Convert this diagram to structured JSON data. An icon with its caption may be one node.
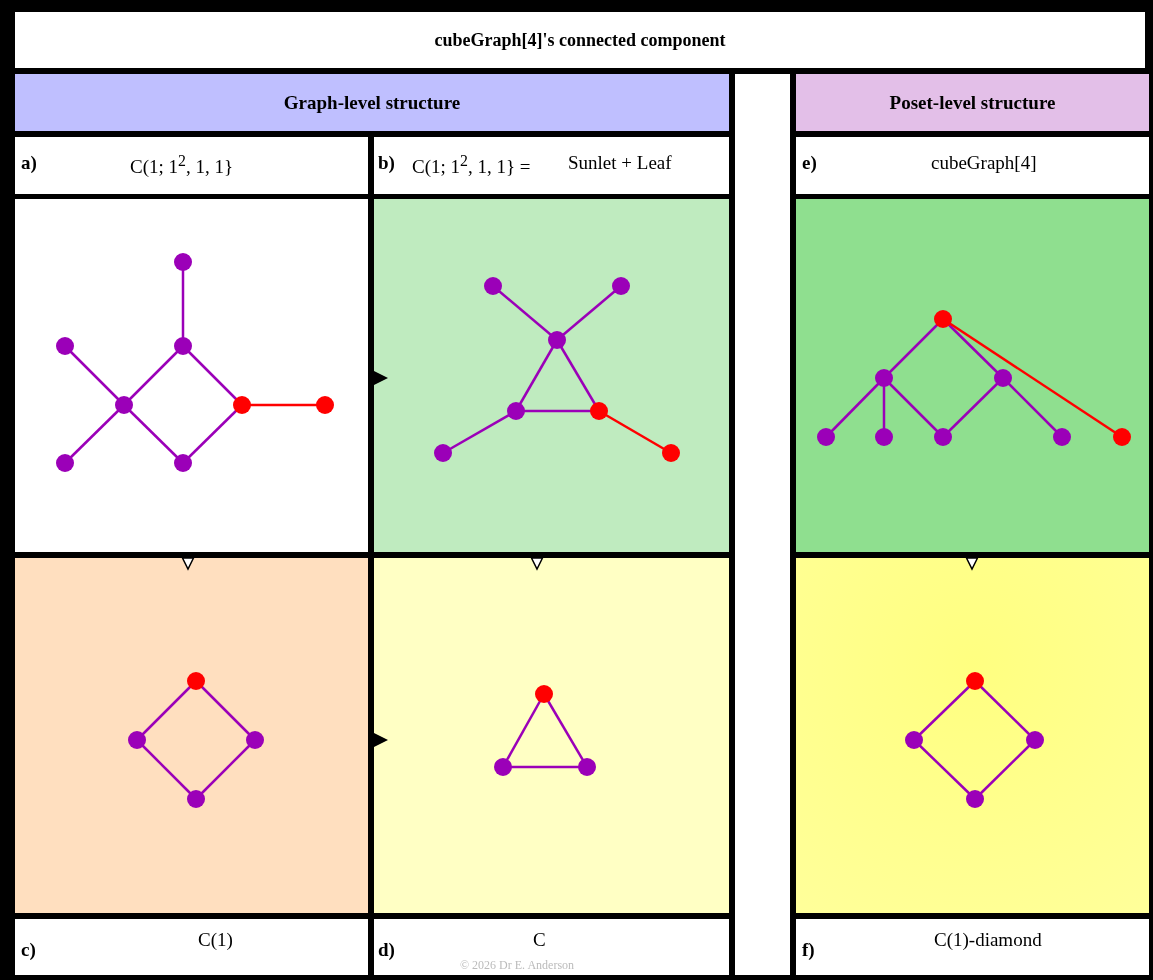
{
  "diagram": {
    "nodes": [
      {
        "text": [
          "cubeGraph[4]'s connected component"
        ]
      },
      {
        "text": [
          "Graph-level structure"
        ]
      },
      {
        "text": [
          "Poset-level structure"
        ]
      },
      {
        "text": [
          "a)",
          "C(1; 1$^{2}$, 1, 1}"
        ]
      },
      {
        "text": [
          "b)",
          "C(1; 1$^{2}$, 1, 1} =",
          "Sunlet + Leaf"
        ]
      },
      {
        "text": [
          "e)",
          "cubeGraph[4]"
        ]
      },
      {
        "text": [],
        "shape": "picture"
      },
      {
        "text": [],
        "shape": "picture"
      },
      {
        "text": [],
        "shape": "picture"
      },
      {
        "text": [],
        "shape": "picture"
      },
      {
        "text": [],
        "shape": "picture"
      },
      {
        "text": [],
        "shape": "picture"
      },
      {
        "text": [
          "c)",
          "C(1)"
        ]
      },
      {
        "text": [
          "d)",
          "C"
        ]
      },
      {
        "text": [
          "f)",
          "C(1)-diamond"
        ]
      },
      {
        "text": [],
        "shape": "box"
      }
    ],
    "edges": [
      {
        "from": 6,
        "to": 7,
        "arrow": "to"
      },
      {
        "from": 6,
        "to": 9,
        "arrow": "to"
      },
      {
        "from": 7,
        "to": 10,
        "arrow": "to"
      },
      {
        "from": 9,
        "to": 10,
        "arrow": "to"
      },
      {
        "from": 8,
        "to": 11,
        "arrow": "to"
      }
    ],
    "labels": [
      "© 2026 Dr E. Anderson"
    ]
  }
}
